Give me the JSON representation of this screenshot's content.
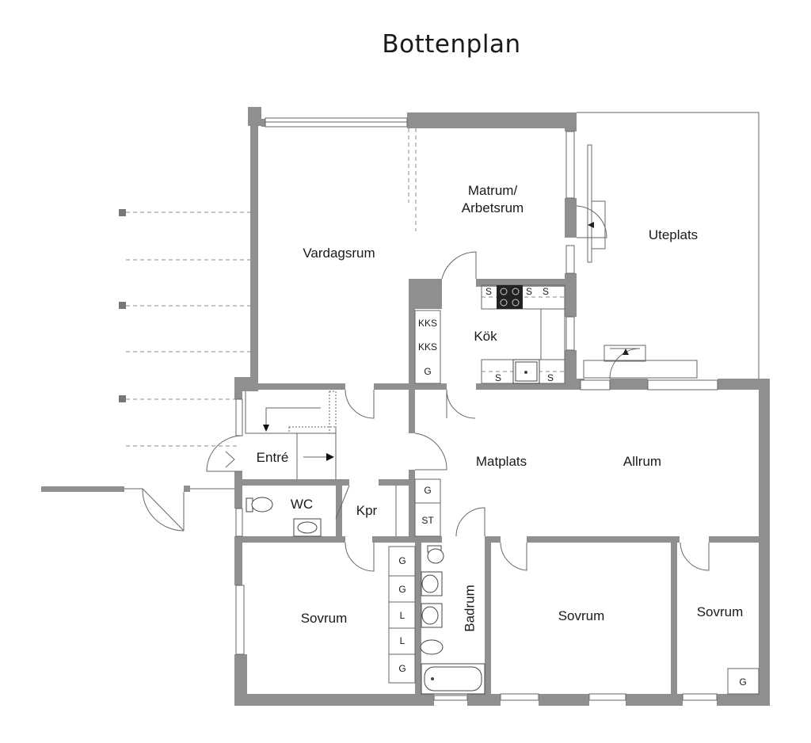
{
  "title": "Bottenplan",
  "rooms": {
    "vardagsrum": "Vardagsrum",
    "matrum_line1": "Matrum/",
    "matrum_line2": "Arbetsrum",
    "uteplats": "Uteplats",
    "kok": "Kök",
    "entre": "Entré",
    "wc": "WC",
    "kpr": "Kpr",
    "matplats": "Matplats",
    "allrum": "Allrum",
    "sovrum_1": "Sovrum",
    "sovrum_2": "Sovrum",
    "sovrum_3": "Sovrum",
    "badrum": "Badrum"
  },
  "fixtures": {
    "kitchen_s1": "S",
    "kitchen_s2": "S",
    "kitchen_s3": "S",
    "kitchen_s4": "S",
    "kitchen_s5": "S",
    "kks1": "KKS",
    "kks2": "KKS",
    "kitchen_g": "G",
    "hall_g": "G",
    "hall_st": "ST",
    "closet_g1": "G",
    "closet_g2": "G",
    "closet_l1": "L",
    "closet_l2": "L",
    "closet_g3": "G",
    "sovrum3_g": "G"
  }
}
